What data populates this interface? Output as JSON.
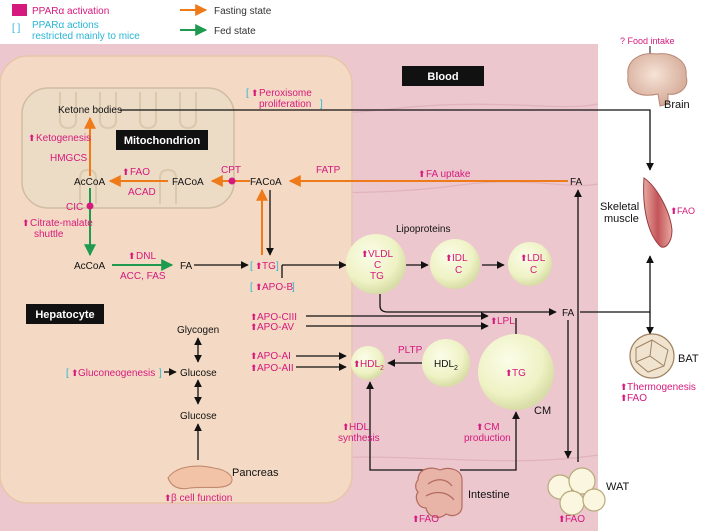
{
  "legend": {
    "activation": "PPARα activation",
    "mice_bracket": "[ ]",
    "mice_line1": "PPARα actions",
    "mice_line2": "restricted mainly to mice",
    "fasting": "Fasting state",
    "fed": "Fed state"
  },
  "boxes": {
    "blood": "Blood",
    "mitochondrion": "Mitochondrion",
    "hepatocyte": "Hepatocyte"
  },
  "up_glyph": "⬆",
  "bracket_open": "[",
  "bracket_close": "]",
  "nodes": {
    "ketone_bodies": "Ketone bodies",
    "acCoA_mito": "AcCoA",
    "facoa_mito": "FACoA",
    "facoa_cyto": "FACoA",
    "fa_blood": "FA",
    "acCoA_cyto": "AcCoA",
    "fa_cyto": "FA",
    "glycogen": "Glycogen",
    "glucose_mid": "Glucose",
    "glucose_low": "Glucose",
    "fa_mid": "FA",
    "hdl2": "HDL",
    "hdl2_sub": "2"
  },
  "enzymes": {
    "hmgcs": "HMGCS",
    "acad": "ACAD",
    "cpt": "CPT",
    "fatp": "FATP",
    "cic": "CIC",
    "acc_fas": "ACC, FAS",
    "pltp": "PLTP"
  },
  "labels": {
    "ketogenesis": "Ketogenesis",
    "fao_mito": "FAO",
    "citrate_line1": "Citrate-malate",
    "citrate_line2": "shuttle",
    "dnl": "DNL",
    "fa_uptake": "FA uptake",
    "peroxisome_line1": "Peroxisome",
    "peroxisome_line2": "proliferation",
    "tg_liver": "TG",
    "apo_b": "APO-B",
    "apo_ciii": "APO-CIII",
    "apo_av": "APO-AV",
    "apo_ai": "APO-AI",
    "apo_aii": "APO-AII",
    "gluconeogenesis": "Gluconeogenesis",
    "lipoproteins": "Lipoproteins",
    "vldl": "VLDL",
    "c": "C",
    "tg": "TG",
    "idl": "IDL",
    "ldl": "LDL",
    "lpl": "LPL",
    "hdl": "HDL",
    "hdl_sub": "2",
    "cm_tg": "TG",
    "cm": "CM",
    "hdl_synth_line1": "HDL",
    "hdl_synth_line2": "synthesis",
    "cm_prod_line1": "CM",
    "cm_prod_line2": "production"
  },
  "organs": {
    "food_intake": "? Food intake",
    "brain": "Brain",
    "skeletal_line1": "Skeletal",
    "skeletal_line2": "muscle",
    "skeletal_fao": "FAO",
    "bat": "BAT",
    "thermogenesis": "Thermogenesis",
    "bat_fao": "FAO",
    "wat": "WAT",
    "wat_fao": "FAO",
    "intestine": "Intestine",
    "intestine_fao": "FAO",
    "pancreas": "Pancreas",
    "beta_cell": "β cell function"
  },
  "colors": {
    "ppar": "#d6197d",
    "mice": "#29b6d6",
    "fasting": "#ef7a1a",
    "fed": "#1f9a4e",
    "blood_bg": "#ecc7ce",
    "hepatocyte_bg": "#f4dac4",
    "mito_bg": "#ecdcc6",
    "box_dark": "#111111",
    "sphere": "#eff3c8"
  }
}
